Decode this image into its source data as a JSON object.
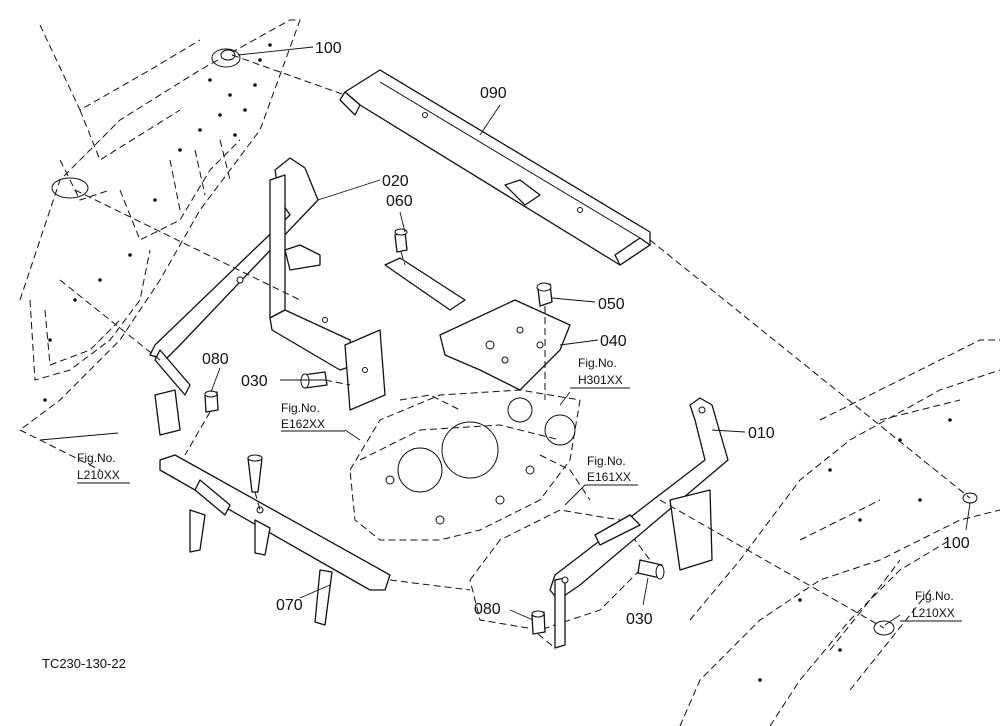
{
  "diagram": {
    "code": "TC230-130-22",
    "parts": {
      "p010": "010",
      "p020": "020",
      "p030a": "030",
      "p030b": "030",
      "p040": "040",
      "p050": "050",
      "p060": "060",
      "p070": "070",
      "p080a": "080",
      "p080b": "080",
      "p090": "090",
      "p100a": "100",
      "p100b": "100"
    },
    "refs": {
      "fig_no_label": "Fig.No.",
      "e162": "E162XX",
      "h301": "H301XX",
      "e161": "E161XX",
      "l210a": "L210XX",
      "l210b": "L210XX"
    }
  }
}
